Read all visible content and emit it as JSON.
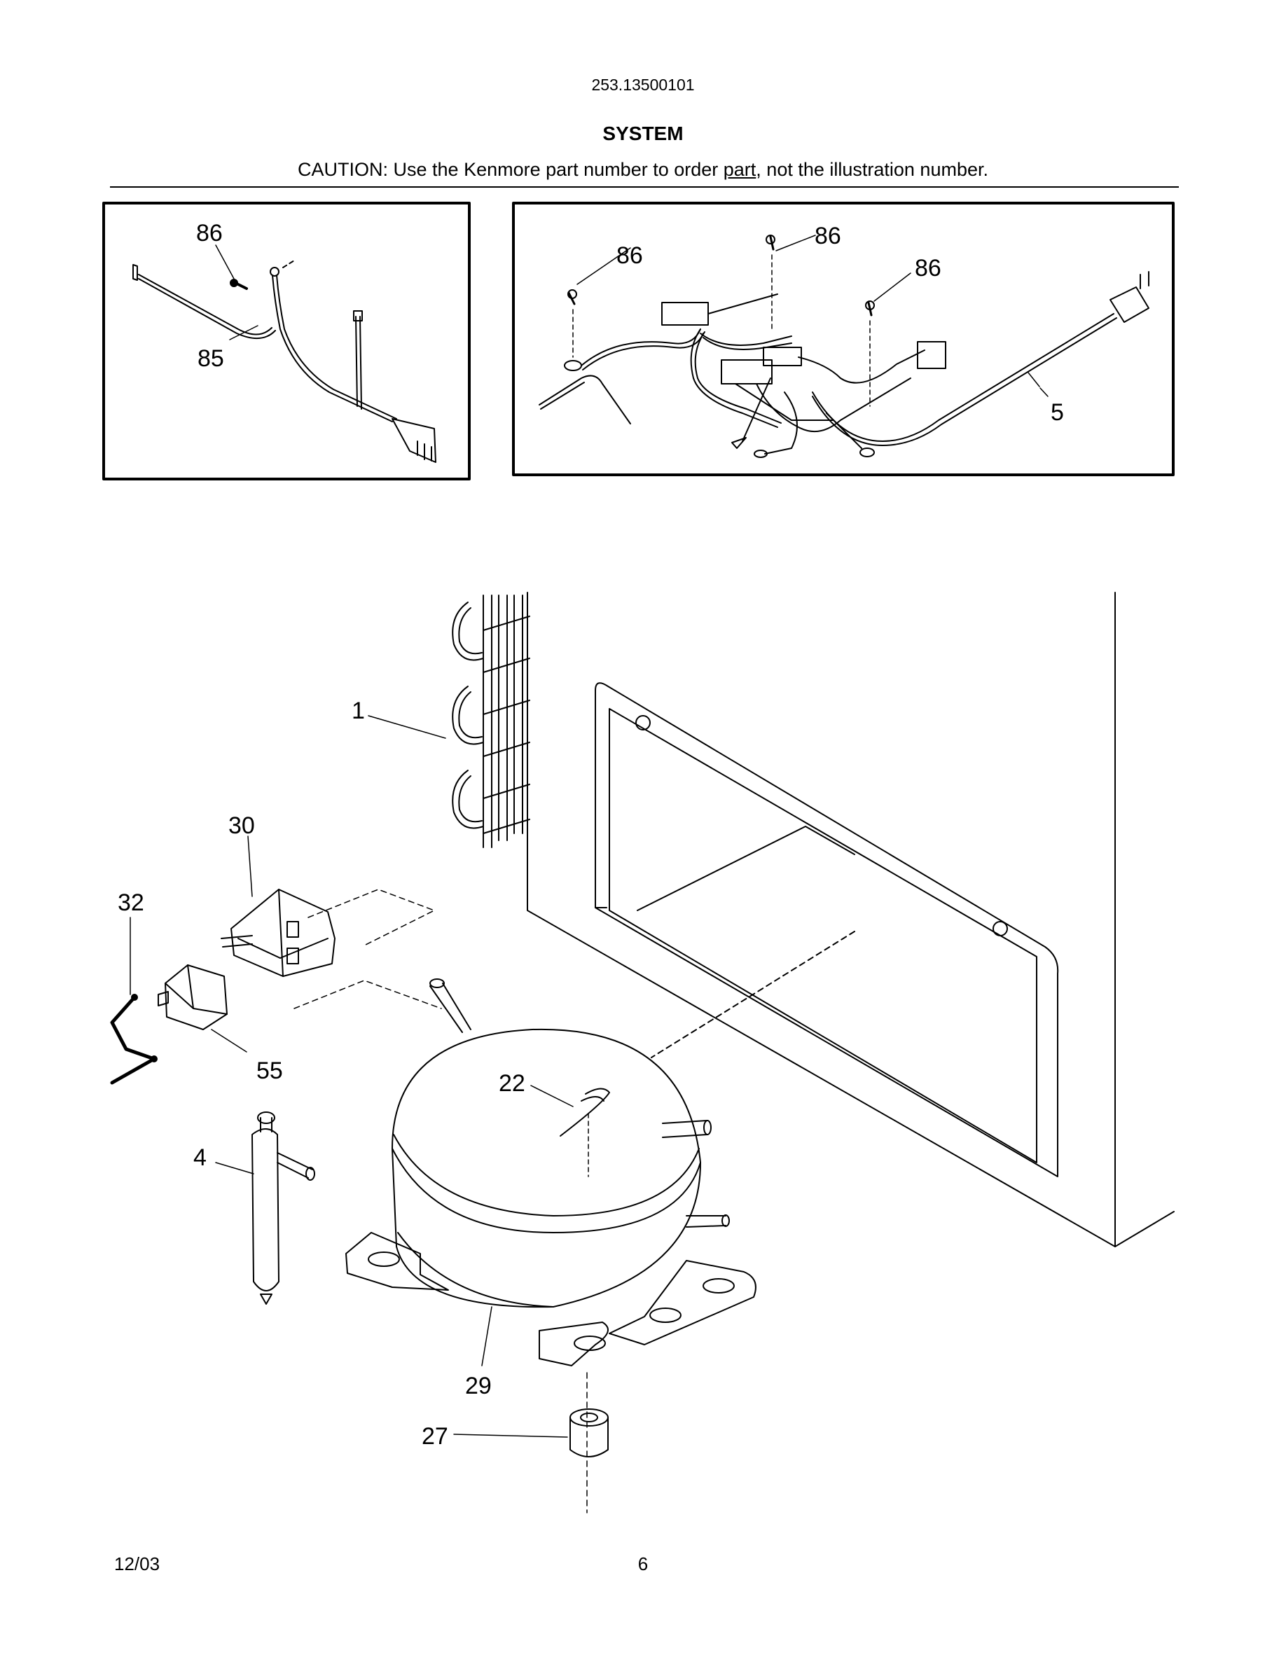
{
  "header": {
    "model_number": "253.13500101",
    "section_title": "SYSTEM",
    "caution_before": "CAUTION: Use the Kenmore part number to order ",
    "caution_link": "part",
    "caution_after": ", not the illustration number."
  },
  "callouts": {
    "left_panel_screw": "86",
    "left_panel_harness": "85",
    "right_panel_screw_a": "86",
    "right_panel_screw_b": "86",
    "right_panel_screw_c": "86",
    "power_cord": "5",
    "condenser": "1",
    "relay": "30",
    "clip": "32",
    "overload": "55",
    "drier": "4",
    "compressor_clip": "22",
    "compressor": "29",
    "grommet": "27"
  },
  "footer": {
    "date": "12/03",
    "page": "6"
  }
}
